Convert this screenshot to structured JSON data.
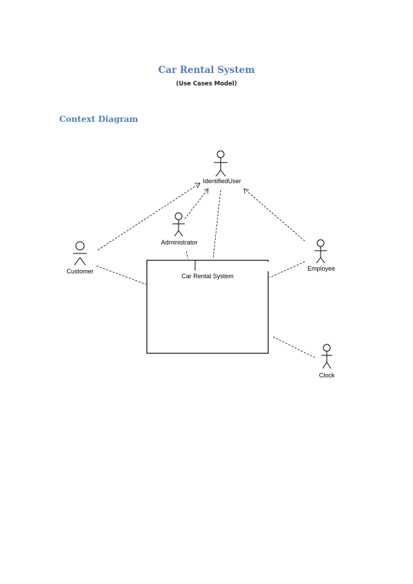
{
  "document": {
    "title": "Car Rental System",
    "subtitle": "(Use Cases Model)",
    "section_heading": "Context Diagram"
  },
  "diagram": {
    "actors": {
      "identified_user": "IdentifiedUser",
      "administrator": "Administrator",
      "customer": "Customer",
      "employee": "Employee",
      "clock": "Clock"
    },
    "system_label": "Car Rental System"
  }
}
